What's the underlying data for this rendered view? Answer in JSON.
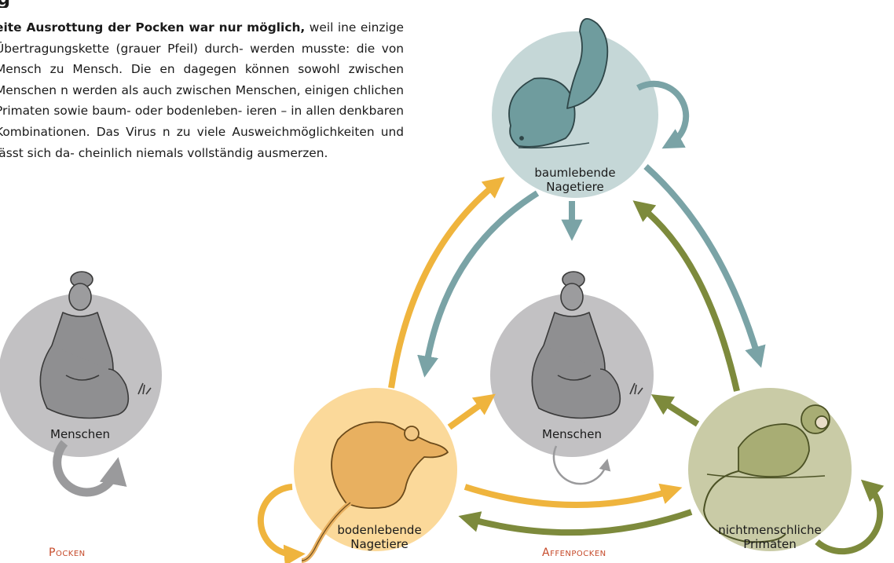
{
  "text": {
    "heading_fragment": "g",
    "lead": "eite Ausrottung der Pocken war nur möglich,",
    "body": " weil ine einzige Übertragungskette (grauer Pfeil) durch- werden musste: die von Mensch zu Mensch. Die en dagegen können sowohl zwischen Menschen n werden als auch zwischen Menschen, einigen chlichen Primaten sowie baum- oder bodenleben- ieren – in allen denkbaren Kombinationen. Das Virus n zu viele Ausweichmöglichkeiten und lässt sich da- cheinlich niemals vollständig ausmerzen."
  },
  "nodes": {
    "humans_left": {
      "label": "Menschen"
    },
    "humans_center": {
      "label": "Menschen"
    },
    "tree_rodents": {
      "line1": "baumlebende",
      "line2": "Nagetiere"
    },
    "ground_rodents": {
      "line1": "bodenlebende",
      "line2": "Nagetiere"
    },
    "primates": {
      "line1": "nichtmenschliche",
      "line2": "Primaten"
    }
  },
  "captions": {
    "left": "Pocken",
    "right": "Affenpocken"
  },
  "colors": {
    "human_circle": "#c2c1c3",
    "tree_circle": "#c5d7d7",
    "ground_circle": "#fbd99a",
    "primate_circle": "#c9cba6",
    "arrow_grey": "#9a9a9c",
    "arrow_teal": "#7aa3a6",
    "arrow_orange": "#efb43d",
    "arrow_olive": "#7d8a3c",
    "caption_red": "#c64a2a"
  }
}
